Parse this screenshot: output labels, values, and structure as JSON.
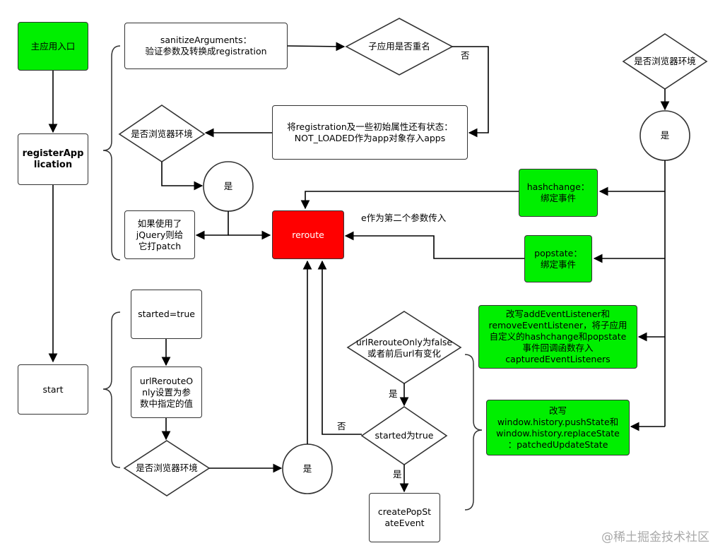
{
  "nodes": {
    "main_entry": "主应用入口",
    "register_application": "registerApp\nlication",
    "start": "start",
    "sanitize_arguments": "sanitizeArguments：\n验证参数及转换成registration",
    "is_duplicate_name": "子应用是否重名",
    "store_registration": "将registration及一些初始属性还有状态：\nNOT_LOADED作为app对象存入apps",
    "is_browser_env_1": "是否浏览器环境",
    "yes_1": "是",
    "jquery_patch": "如果使用了\njQuery则给\n它打patch",
    "reroute": "reroute",
    "started_true": "started=true",
    "url_reroute_only": "urlRerouteO\nnly设置为参\n数中指定的值",
    "is_browser_env_2": "是否浏览器环境",
    "yes_2": "是",
    "url_reroute_condition": "urlRerouteOnly为false\n或者前后url有变化",
    "started_check": "started为true",
    "create_pop_state_event": "createPopSt\nateEvent",
    "is_browser_env_3": "是否浏览器环境",
    "yes_3": "是",
    "hashchange": "hashchange：\n绑定事件",
    "popstate": "popstate：\n绑定事件",
    "rewrite_listeners": "改写addEventListener和\nremoveEventListener，将子应用\n自定义的hashchange和popstate\n事件回调函数存入\ncapturedEventListeners",
    "rewrite_history": "改写\nwindow.history.pushState和\nwindow.history.replaceState\n：patchedUpdateState"
  },
  "edge_labels": {
    "no_duplicate": "否",
    "e_as_second_arg": "e作为第二个参数传入",
    "yes_condition": "是",
    "not_started": "否",
    "yes_started": "是"
  },
  "colors": {
    "green": "#00ef00",
    "red": "#ff0000",
    "stroke": "#333333"
  },
  "watermark": "@稀土掘金技术社区"
}
